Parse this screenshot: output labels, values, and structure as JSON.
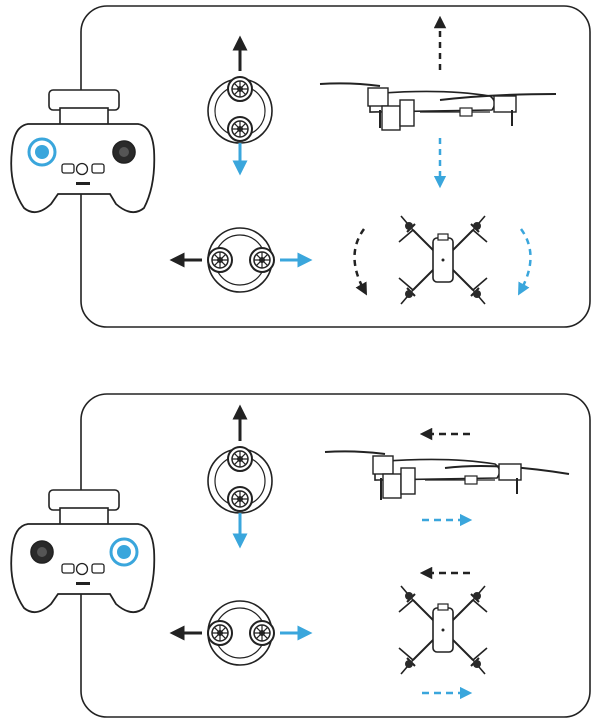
{
  "colors": {
    "line": "#222222",
    "accent": "#3aa6dc",
    "fill_dark": "#2a2a2a",
    "background": "#ffffff"
  },
  "panels": [
    {
      "id": "left-stick-panel",
      "active_stick": "left",
      "stick_up": "up-arrow-black",
      "stick_down": "down-arrow-blue",
      "stick_left": "left-arrow-black",
      "stick_right": "right-arrow-blue",
      "drone_side_motion": "ascend-descend",
      "drone_top_motion": "rotate"
    },
    {
      "id": "right-stick-panel",
      "active_stick": "right",
      "stick_up": "up-arrow-black",
      "stick_down": "down-arrow-blue",
      "stick_left": "left-arrow-black",
      "stick_right": "right-arrow-blue",
      "drone_side_motion": "forward-backward",
      "drone_top_motion": "left-right"
    }
  ]
}
